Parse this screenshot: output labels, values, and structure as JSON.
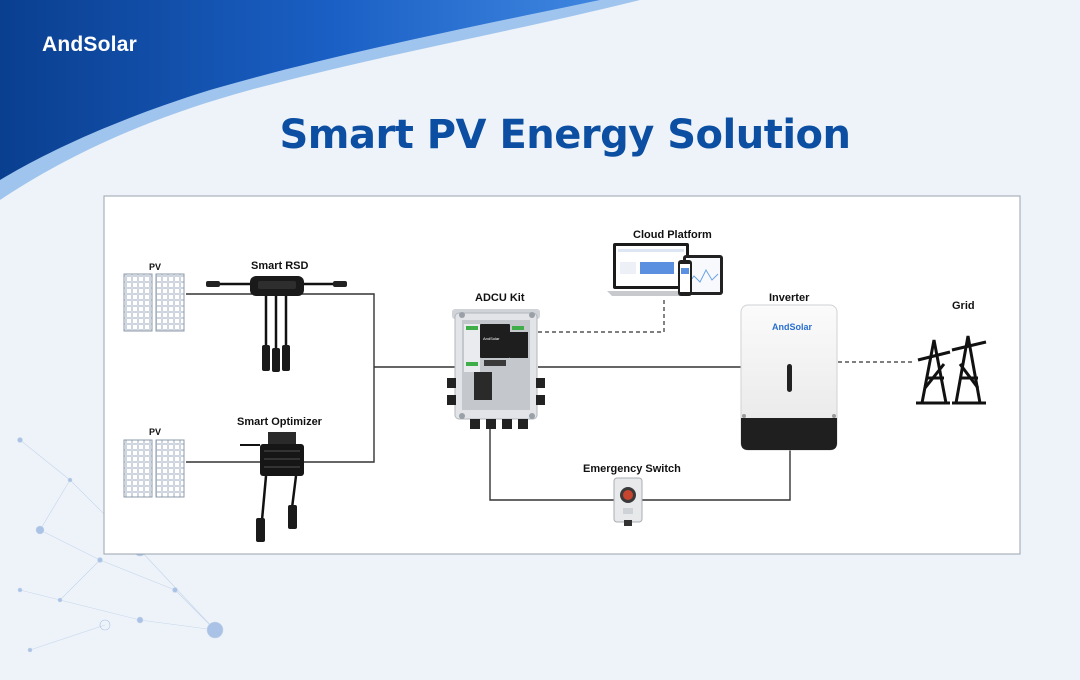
{
  "brand": {
    "name": "AndSolar"
  },
  "title": "Smart PV Energy Solution",
  "diagram": {
    "pv_top": "PV",
    "pv_bottom": "PV",
    "smart_rsd": "Smart RSD",
    "smart_optimizer": "Smart Optimizer",
    "adcu_kit": "ADCU Kit",
    "adcu_brand": "AndSolar",
    "cloud_platform": "Cloud Platform",
    "inverter": "Inverter",
    "inverter_brand": "AndSolar",
    "grid": "Grid",
    "emergency_switch": "Emergency Switch"
  },
  "colors": {
    "brand_blue": "#0b4ea2",
    "wave_dark": "#0a3f8f",
    "wave_mid": "#1e6ad0",
    "line": "#333333",
    "panel_frame": "#9aa7b8",
    "panel_cell": "#e9eef5"
  }
}
